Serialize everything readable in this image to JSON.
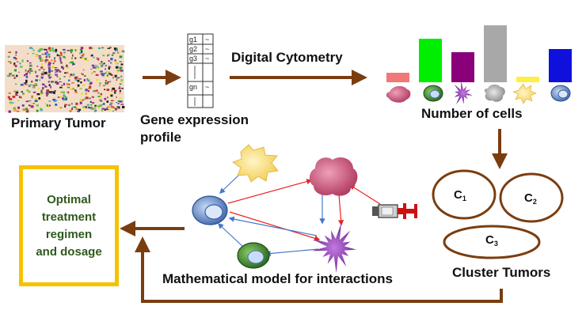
{
  "labels": {
    "primary_tumor": "Primary Tumor",
    "gene_expression_line1": "Gene expression",
    "gene_expression_line2": "profile",
    "digital_cytometry": "Digital Cytometry",
    "number_of_cells": "Number of cells",
    "cluster_tumors": "Cluster Tumors",
    "math_model": "Mathematical model for interactions",
    "optimal_lines": [
      "Optimal",
      "treatment",
      "regimen",
      "and dosage"
    ]
  },
  "gene_table": {
    "rows": [
      "g1",
      "g2",
      "g3",
      "gn"
    ],
    "mark": "~"
  },
  "clusters": [
    {
      "letter": "C",
      "sub": "1"
    },
    {
      "letter": "C",
      "sub": "2"
    },
    {
      "letter": "C",
      "sub": "3"
    }
  ],
  "bars": [
    {
      "value": 12,
      "color": "#f07878"
    },
    {
      "value": 55,
      "color": "#00ee00"
    },
    {
      "value": 38,
      "color": "#8a007a"
    },
    {
      "value": 72,
      "color": "#a8a8a8"
    },
    {
      "value": 7,
      "color": "#ffee44"
    },
    {
      "value": 42,
      "color": "#1010dd"
    }
  ],
  "colors": {
    "flow_arrow": "#7a3d10",
    "box_border": "#f6c200",
    "optimal_text": "#2f5a1c",
    "activation_arrow": "#ee2222",
    "inhibition_arrow": "#4477cc"
  }
}
